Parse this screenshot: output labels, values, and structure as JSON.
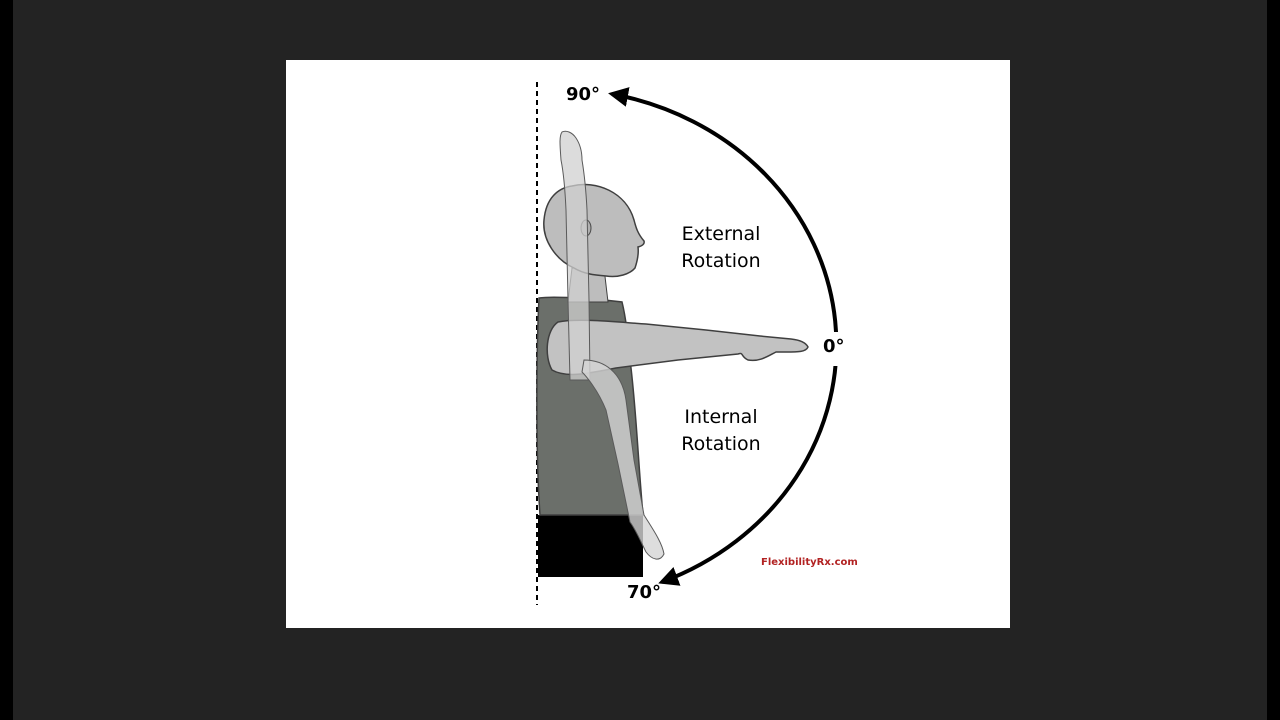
{
  "diagram": {
    "angle_top": "90°",
    "angle_middle": "0°",
    "angle_bottom": "70°",
    "upper_zone": {
      "line1": "External",
      "line2": "Rotation"
    },
    "lower_zone": {
      "line1": "Internal",
      "line2": "Rotation"
    },
    "brand": "FlexibilityRx.com",
    "colors": {
      "background": "#232323",
      "slide": "#ffffff",
      "brand": "#b22222",
      "shirt": "#6b6f6a",
      "skin": "#bdbdbd",
      "arm_overlay": "#c9c9c9",
      "shorts": "#000000",
      "arc": "#000000"
    },
    "icons": [
      "human-figure",
      "curved-double-arrow",
      "dashed-vertical-reference-line"
    ]
  }
}
